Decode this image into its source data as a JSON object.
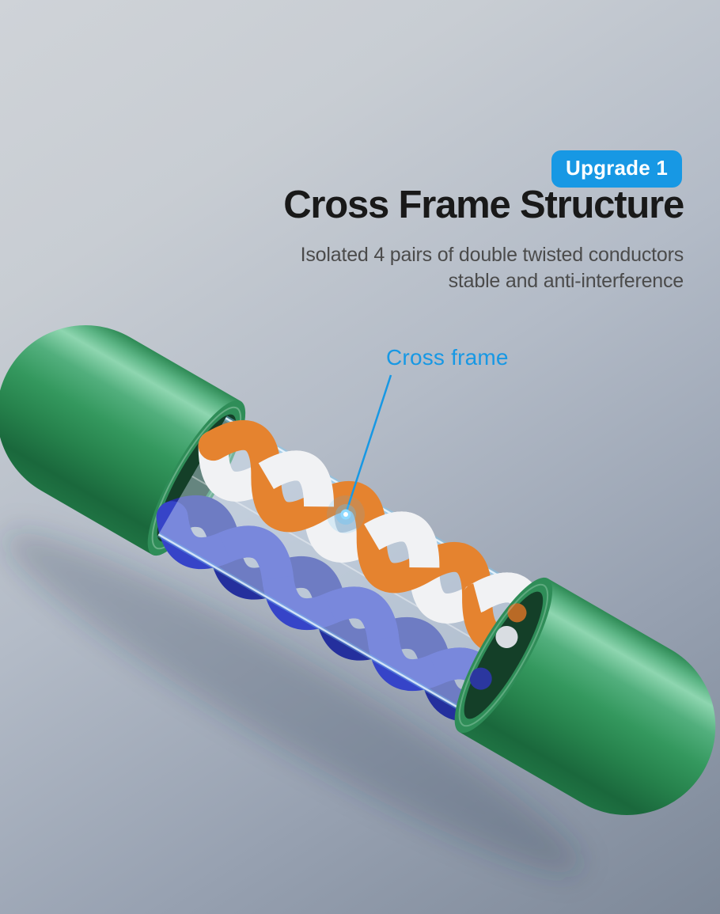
{
  "colors": {
    "accent_blue": "#1798e4",
    "jacket_green": "#2f9b60",
    "conductor_orange": "#e5832f",
    "conductor_blue": "#3644c8",
    "cross_frame": "#d6e8f8",
    "bg_top": "#cfd3d8",
    "bg_bottom": "#7d8898"
  },
  "header": {
    "badge_label": "Upgrade 1",
    "title": "Cross Frame Structure",
    "subtitle_lines": [
      "Isolated 4 pairs of double twisted conductors",
      "stable and anti-interference"
    ]
  },
  "callout": {
    "label": "Cross frame"
  },
  "illustration": {
    "subject": "green-network-cable-cutaway",
    "parts": [
      "cable-jacket-left",
      "cable-jacket-right",
      "cross-frame-separator",
      "orange-white-twisted-pair",
      "blue-twisted-pair"
    ]
  }
}
